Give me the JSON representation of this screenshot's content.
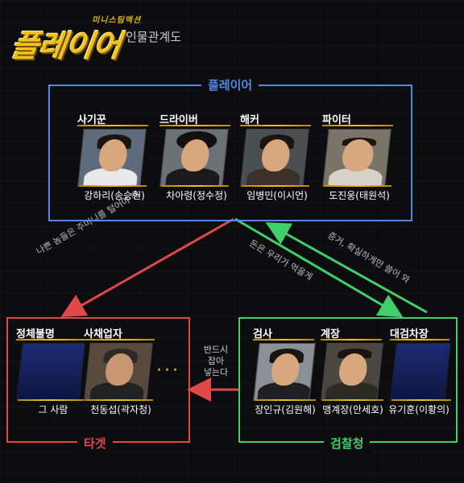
{
  "header": {
    "logo_subtitle": "미니스팀액션",
    "logo_title": "플레이어",
    "caption": "인물관계도"
  },
  "groups": {
    "player": {
      "title": "플레이어",
      "color": "#4f8be6"
    },
    "target": {
      "title": "타겟",
      "color": "#e0484c"
    },
    "prosecution": {
      "title": "검찰청",
      "color": "#3fcf6b"
    }
  },
  "players": [
    {
      "role": "사기꾼",
      "name": "강하리(송승헌)"
    },
    {
      "role": "드라이버",
      "name": "차아령(정수정)"
    },
    {
      "role": "해커",
      "name": "임병민(이시언)"
    },
    {
      "role": "파이터",
      "name": "도진웅(태원석)"
    }
  ],
  "targets": [
    {
      "role": "정체불명",
      "name": "그 사람"
    },
    {
      "role": "사채업자",
      "name": "천동섭(곽자청)"
    }
  ],
  "prosecutors": [
    {
      "role": "검사",
      "name": "장인규(김원해)"
    },
    {
      "role": "계장",
      "name": "맹계장(안세호)"
    },
    {
      "role": "대검차장",
      "name": "유기훈(이황의)"
    }
  ],
  "relations": {
    "player_to_target": "나쁜 놈들은 주머니를 털어야 해",
    "player_to_prosecution": "돈은 우리가 먹을게",
    "prosecution_to_player": "증거, 확실하게만 쓸어 와",
    "prosecution_to_target": "반드시 잡아 넣는다",
    "prosecution_to_target_lines": [
      "반드시",
      "잡아",
      "넣는다"
    ]
  },
  "ellipsis": "···"
}
